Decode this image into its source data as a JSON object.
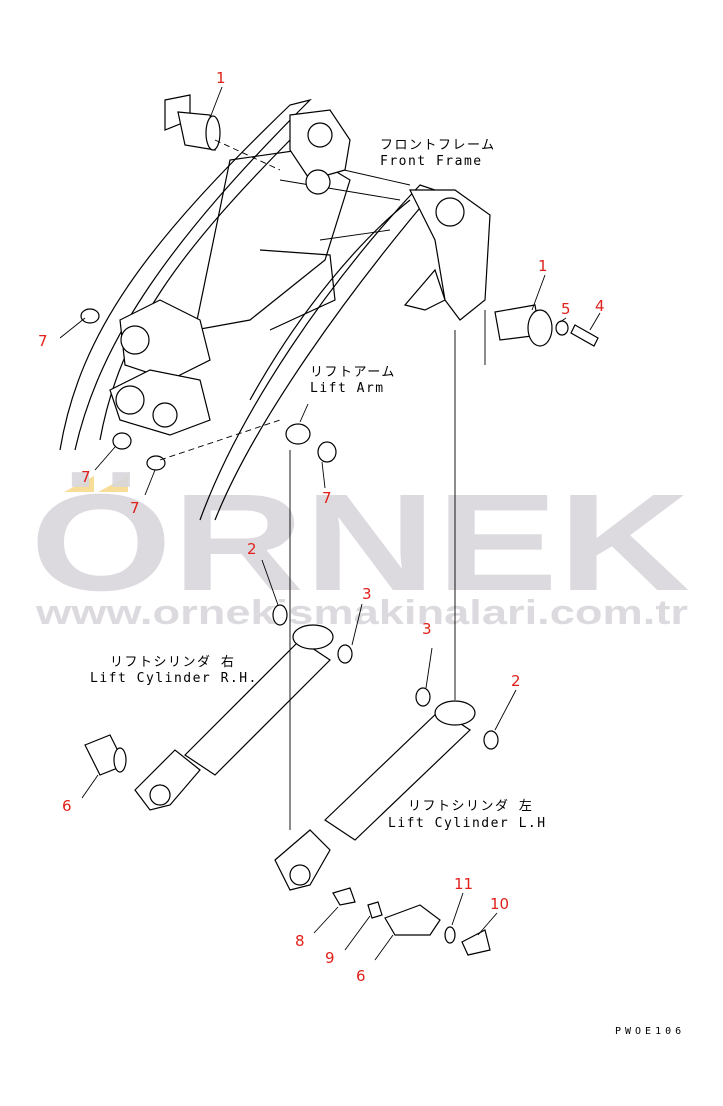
{
  "labels": {
    "front_frame_jp": "フロントフレーム",
    "front_frame_en": "Front Frame",
    "lift_arm_jp": "リフトアーム",
    "lift_arm_en": "Lift Arm",
    "cyl_rh_jp": "リフトシリンダ 右",
    "cyl_rh_en": "Lift Cylinder R.H.",
    "cyl_lh_jp": "リフトシリンダ 左",
    "cyl_lh_en": "Lift Cylinder L.H"
  },
  "callouts": [
    "1",
    "1",
    "5",
    "4",
    "7",
    "7",
    "7",
    "7",
    "2",
    "3",
    "3",
    "2",
    "6",
    "8",
    "9",
    "6",
    "11",
    "10"
  ],
  "drawing_code": "PWOE106",
  "watermark": {
    "brand": "ÖRNEK",
    "url": "www.ornekismakinalari.com.tr"
  },
  "colors": {
    "callout": "#e0201a",
    "watermark": "#d9d7dc",
    "accent": "#f5d88a"
  }
}
